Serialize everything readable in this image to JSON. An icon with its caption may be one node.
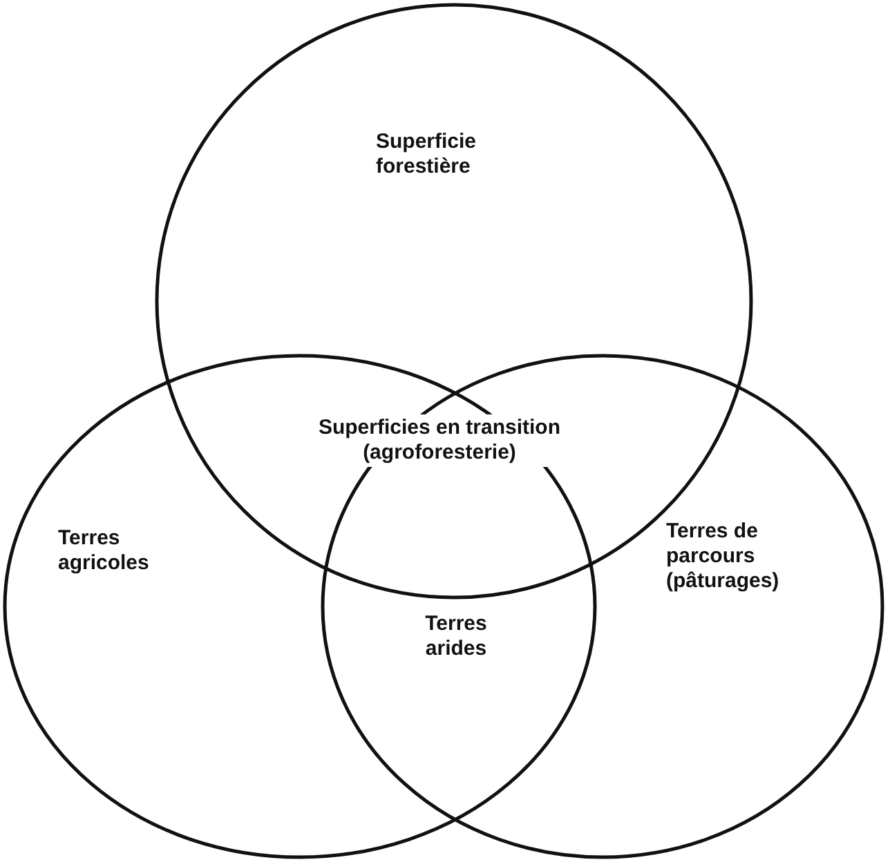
{
  "diagram": {
    "nodes": [
      {
        "text": [
          "Superficie forestière"
        ]
      },
      {
        "text": [
          "Terres agricoles"
        ]
      },
      {
        "text": [
          "Terres de parcours (pâturages)"
        ]
      }
    ],
    "edges": [],
    "labels": [
      "Superficies en transition (agroforesterie)",
      "Terres arides"
    ]
  }
}
